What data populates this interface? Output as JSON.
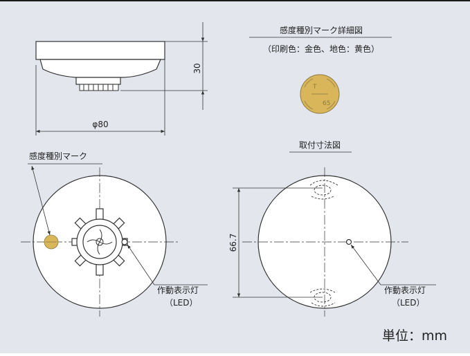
{
  "side_view": {
    "height_dim": "30",
    "diameter_dim": "φ80"
  },
  "mark_detail": {
    "title": "感度種別マーク詳細図",
    "print_colors": "（印刷色：金色、地色：黄色）",
    "mark_letter": "T",
    "mark_number": "65"
  },
  "bottom_view": {
    "mark_label": "感度種別マーク",
    "led_label": "作動表示灯",
    "led_sub": "（LED）"
  },
  "mounting_view": {
    "title": "取付寸法図",
    "pitch_dim": "66.7",
    "led_label": "作動表示灯",
    "led_sub": "（LED）"
  },
  "unit": "単位：mm",
  "colors": {
    "background": "#e3e6ed",
    "line": "#333333",
    "mark_fill": "#d9b65a"
  }
}
